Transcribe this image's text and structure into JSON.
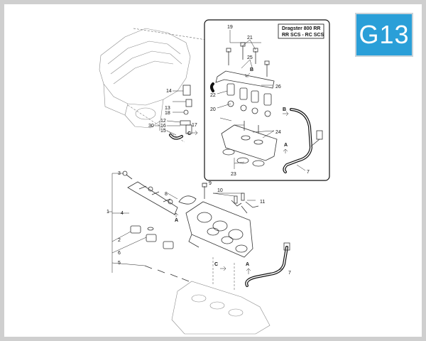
{
  "page_badge": "G13",
  "inset": {
    "model_line1": "Dragster 800 RR",
    "model_line2": "RR SCS - RC SCS"
  },
  "callouts": {
    "inset": [
      "19",
      "21",
      "25",
      "B",
      "26",
      "22",
      "20",
      "B",
      "24",
      "A",
      "23",
      "7"
    ],
    "main": [
      "14",
      "13",
      "18",
      "12",
      "16",
      "15",
      "30",
      "17",
      "C",
      "3",
      "9",
      "8",
      "10",
      "11",
      "1",
      "4",
      "A",
      "2",
      "6",
      "5",
      "C",
      "A",
      "7"
    ]
  },
  "colors": {
    "badge_bg": "#2a9fd8",
    "frame": "#cfcfcf",
    "line": "#333333"
  }
}
